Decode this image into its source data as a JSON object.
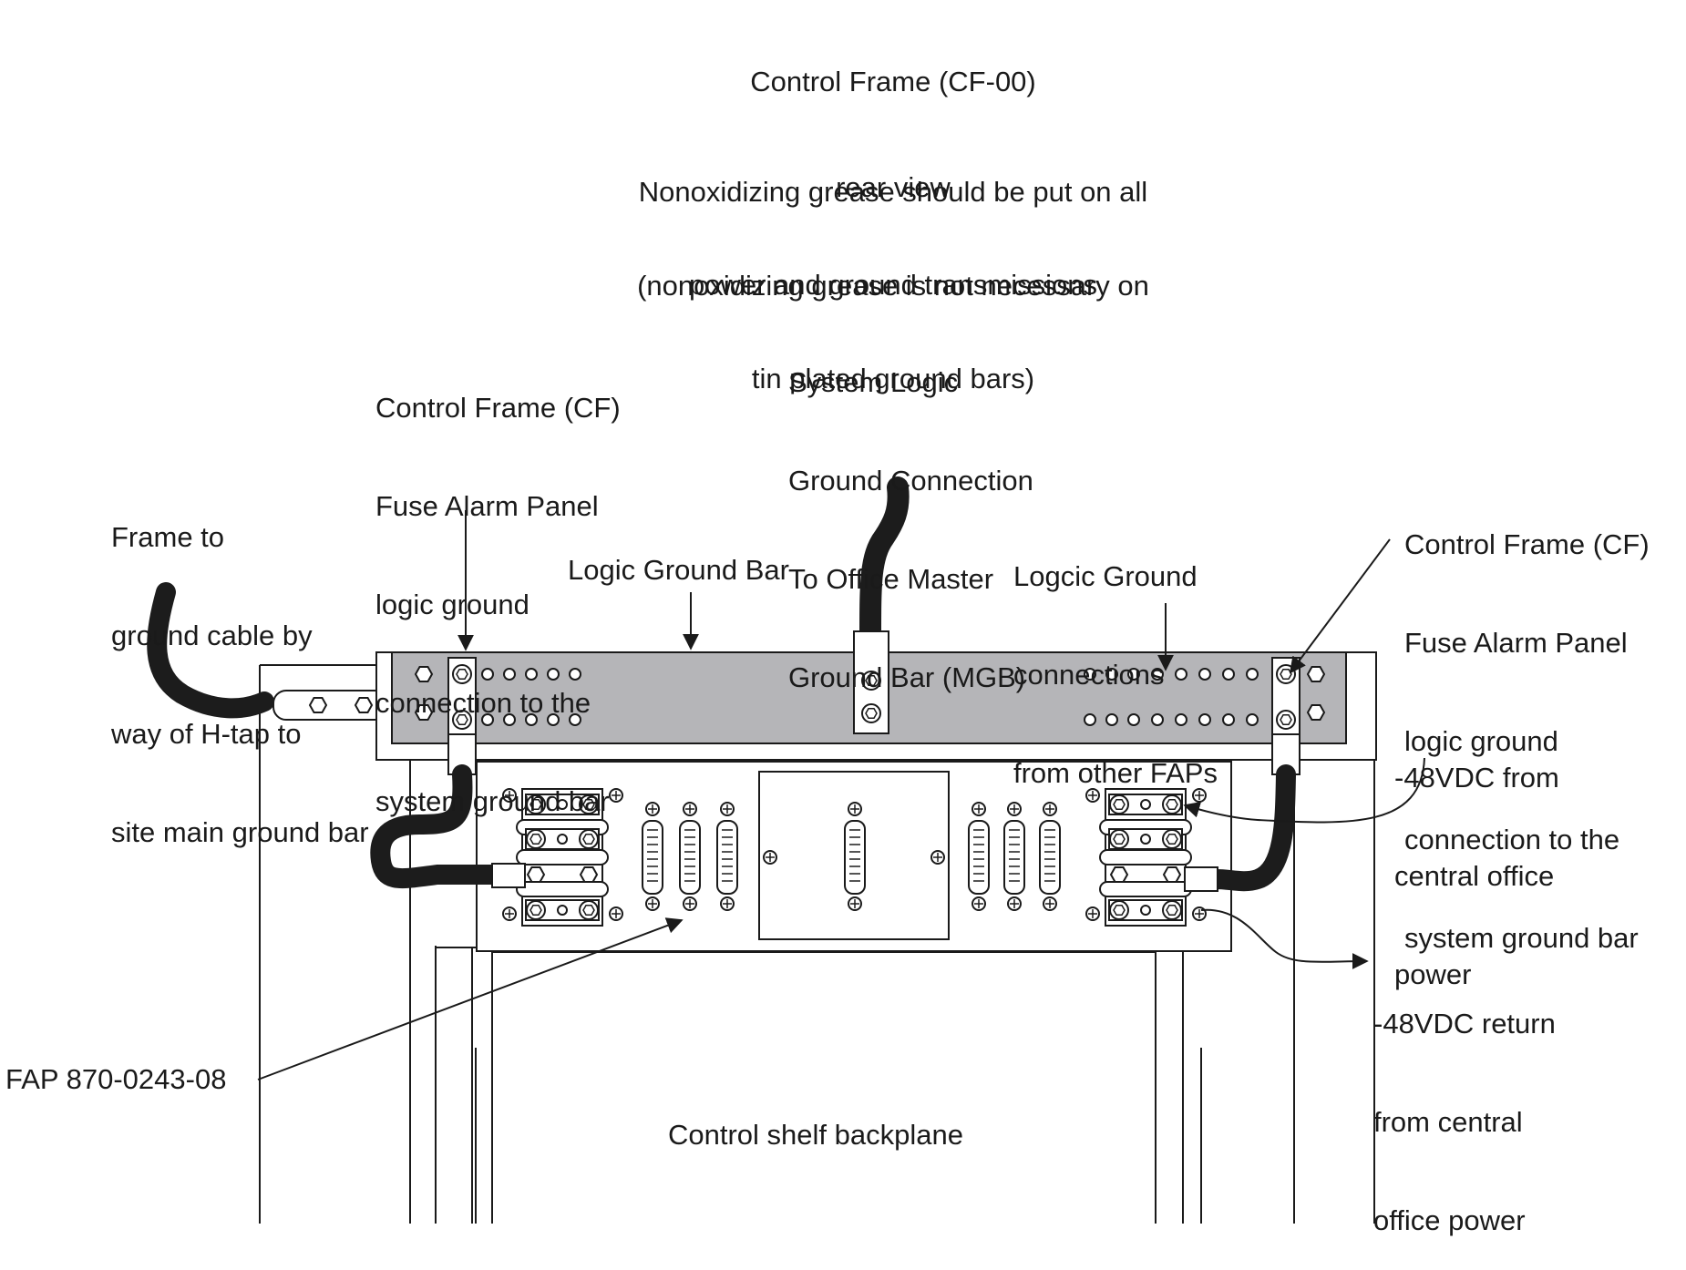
{
  "header": {
    "title_line1": "Control Frame (CF-00)",
    "title_line2": "rear view",
    "note_line1": "Nonoxidizing grease should be put on all",
    "note_line2": "power and ground transmissions",
    "note2_line1": "(nonoxidizing grease is not necessary on",
    "note2_line2": "tin plated ground bars)"
  },
  "labels": {
    "frame_ground": [
      "Frame to",
      "ground cable by",
      "way of H-tap to",
      "site main ground bar"
    ],
    "cf_fap_left": [
      "Control Frame (CF)",
      "Fuse Alarm Panel",
      "logic ground",
      "connection to the",
      "system ground bar"
    ],
    "system_logic": [
      "System Logic",
      "Ground Connection",
      "To Office Master",
      "Ground Bar (MGB)"
    ],
    "logic_ground_bar": "Logic Ground Bar",
    "other_faps": [
      "Logcic Ground",
      "connections",
      "from other FAPs"
    ],
    "cf_fap_right": [
      "Control Frame (CF)",
      "Fuse Alarm Panel",
      "logic ground",
      "connection to the",
      "system ground bar"
    ],
    "neg48_power": [
      "-48VDC from",
      "central office",
      "power"
    ],
    "neg48_return": [
      "-48VDC return",
      "from central",
      "office power"
    ],
    "fap_part": "FAP 870-0243-08",
    "backplane": "Control shelf backplane"
  },
  "colors": {
    "ground_bar_fill": "#b5b5b8",
    "cable": "#1c1c1c",
    "line": "#1a1a1a"
  }
}
